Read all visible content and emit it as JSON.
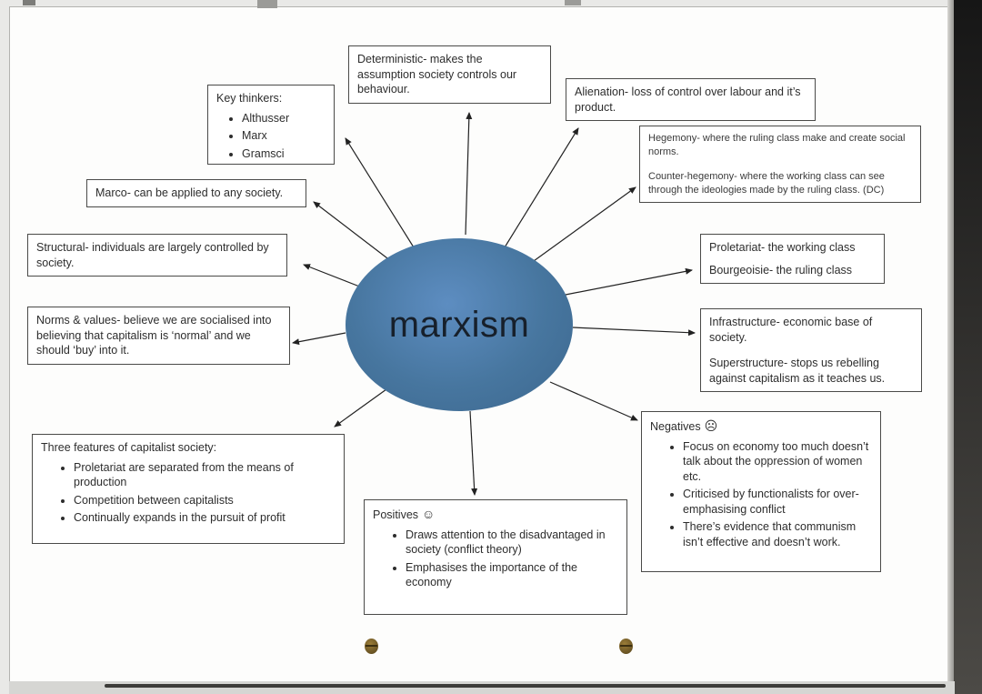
{
  "center": {
    "label": "marxism",
    "fill": "#47769f"
  },
  "boxes": {
    "deterministic": {
      "text": "Deterministic- makes the assumption society controls our behaviour."
    },
    "key_thinkers": {
      "title": "Key thinkers:",
      "items": [
        "Althusser",
        "Marx",
        "Gramsci"
      ]
    },
    "alienation": {
      "text": "Alienation- loss of control over labour and it’s product."
    },
    "hegemony": {
      "line1": "Hegemony- where the ruling class make and create social norms.",
      "line2": "Counter-hegemony- where the working class can see through the ideologies made by the ruling class. (DC)"
    },
    "macro": {
      "text": "Marco- can be applied to any society."
    },
    "structural": {
      "text": "Structural- individuals are largely controlled by society."
    },
    "norms_values": {
      "text": "Norms & values- believe we are socialised into believing that capitalism is ‘normal’ and we should ‘buy’ into it."
    },
    "classes": {
      "line1": "Proletariat- the working class",
      "line2": "Bourgeoisie- the ruling class"
    },
    "infrastructure": {
      "line1": "Infrastructure- economic base of society.",
      "line2": "Superstructure- stops us rebelling against capitalism as it teaches us."
    },
    "negatives": {
      "title": "Negatives",
      "icon": "☹",
      "items": [
        "Focus on economy too much doesn’t talk about the oppression of women etc.",
        "Criticised by functionalists for over-emphasising conflict",
        "There’s evidence that communism isn’t effective and doesn’t work."
      ]
    },
    "three_features": {
      "title": "Three features of capitalist society:",
      "items": [
        "Proletariat are separated from the means of production",
        "Competition between capitalists",
        "Continually expands in the pursuit of profit"
      ]
    },
    "positives": {
      "title": "Positives",
      "icon": "☺",
      "items": [
        "Draws attention to the disadvantaged in society (conflict theory)",
        "Emphasises the importance of the economy"
      ]
    }
  }
}
